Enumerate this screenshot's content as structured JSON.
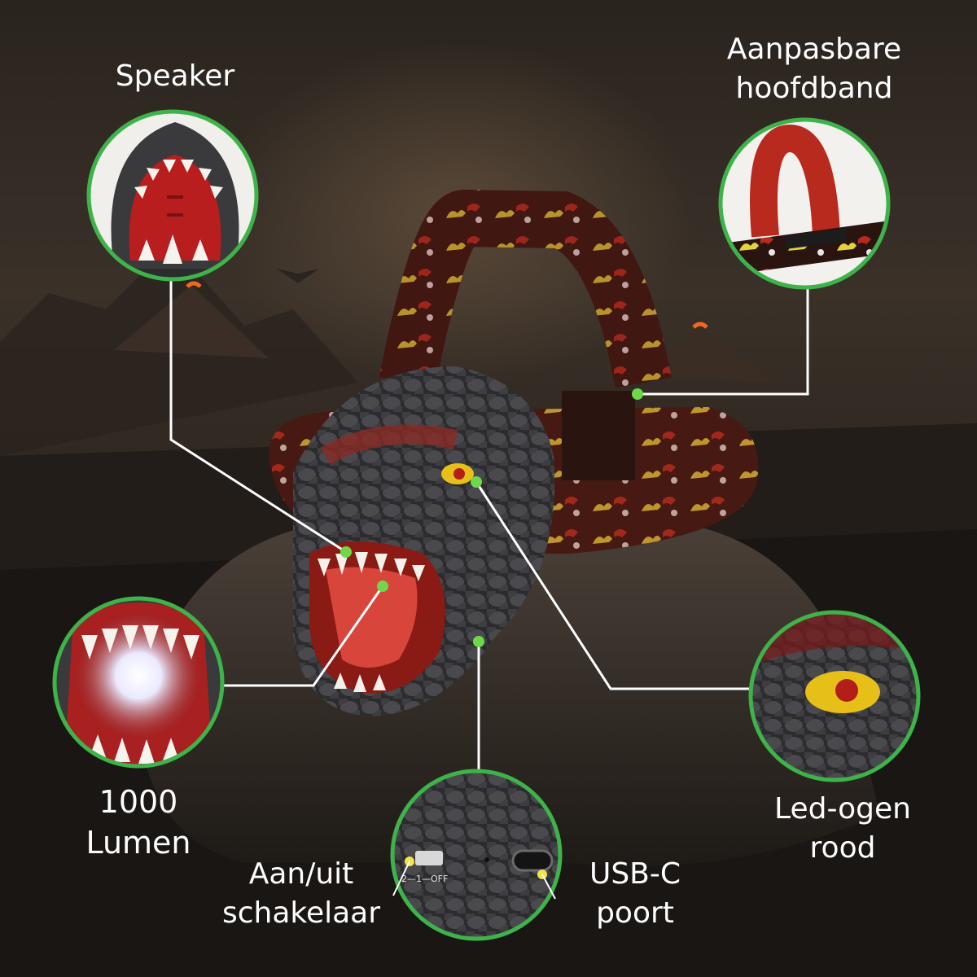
{
  "labels": {
    "speaker": "Speaker",
    "headband": [
      "Aanpasbare",
      "hoofdband"
    ],
    "lumen": [
      "1000",
      "Lumen"
    ],
    "eyes": [
      "Led-ogen",
      "rood"
    ],
    "switch": [
      "Aan/uit",
      "schakelaar"
    ],
    "usb": [
      "USB-C",
      "poort"
    ],
    "switch_print": "2—1—OFF"
  },
  "colors": {
    "ring": "#3db34a",
    "line": "#ffffff",
    "dot": "#6fd84a",
    "dot_yellow": "#f3e34a"
  }
}
